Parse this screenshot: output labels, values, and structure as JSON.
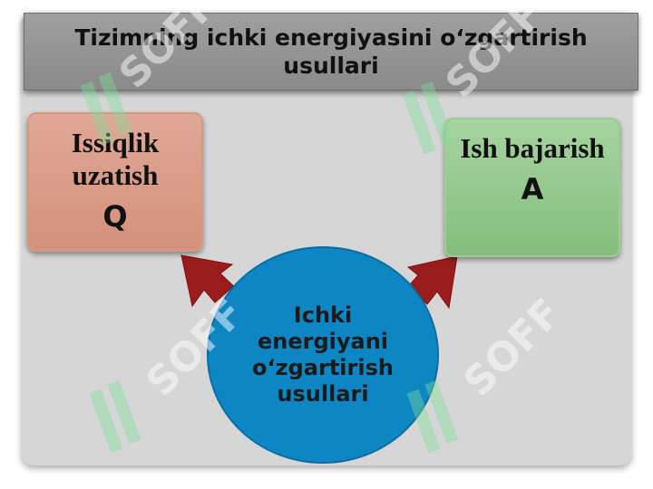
{
  "title": "Tizimning ichki energiyasini o‘zgartirish usullari",
  "left_box": {
    "label": "Issiqlik uzatish",
    "symbol": "Q"
  },
  "right_box": {
    "label": "Ish bajarish",
    "symbol": "A"
  },
  "center": {
    "label": "Ichki energiyani o‘zgartirish usullari"
  },
  "watermark": "SOFF",
  "colors": {
    "panel": "#d6d6d6",
    "title_bar": "#999999",
    "left_box": "#d99a86",
    "right_box": "#94c88c",
    "center_circle": "#0f86c4",
    "arrows": "#9b1c1c",
    "watermark": "#7fe39a"
  }
}
